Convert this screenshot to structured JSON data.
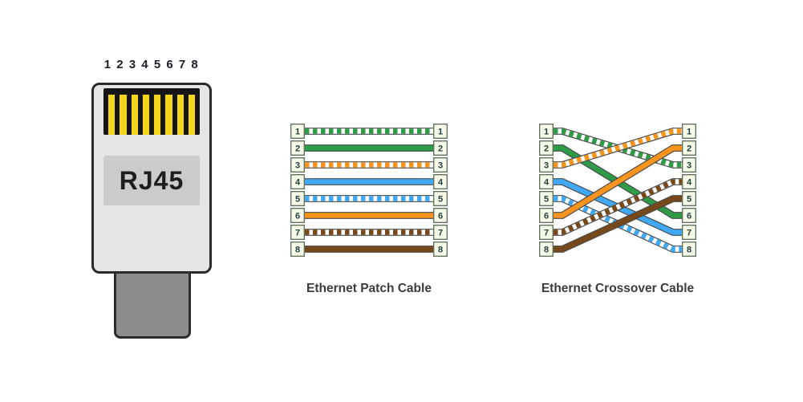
{
  "rj45": {
    "pin_numbers_text": "1 2 3 4 5 6 7 8",
    "pin_count": 8,
    "label": "RJ45"
  },
  "palette": {
    "green": "#2e9b46",
    "orange": "#f7941d",
    "blue": "#3fa9f5",
    "brown": "#77491a",
    "white": "#ffffff",
    "pin_yellow": "#f2d51c",
    "box_fill": "#f7f9e8",
    "box_stroke": "#5b6b57",
    "wire_outline": "#4a4a4a",
    "pin_text": "#1f3f3f"
  },
  "diagrams": [
    {
      "id": "patch",
      "title": "Ethernet Patch Cable",
      "left_pins": [
        1,
        2,
        3,
        4,
        5,
        6,
        7,
        8
      ],
      "right_pins": [
        1,
        2,
        3,
        4,
        5,
        6,
        7,
        8
      ],
      "wires": [
        {
          "from": 1,
          "to": 1,
          "color": "green",
          "striped": true
        },
        {
          "from": 2,
          "to": 2,
          "color": "green",
          "striped": false
        },
        {
          "from": 3,
          "to": 3,
          "color": "orange",
          "striped": true
        },
        {
          "from": 4,
          "to": 4,
          "color": "blue",
          "striped": false
        },
        {
          "from": 5,
          "to": 5,
          "color": "blue",
          "striped": true
        },
        {
          "from": 6,
          "to": 6,
          "color": "orange",
          "striped": false
        },
        {
          "from": 7,
          "to": 7,
          "color": "brown",
          "striped": true
        },
        {
          "from": 8,
          "to": 8,
          "color": "brown",
          "striped": false
        }
      ]
    },
    {
      "id": "crossover",
      "title": "Ethernet Crossover Cable",
      "left_pins": [
        1,
        2,
        3,
        4,
        5,
        6,
        7,
        8
      ],
      "right_pins": [
        1,
        2,
        3,
        4,
        5,
        6,
        7,
        8
      ],
      "wires": [
        {
          "from": 1,
          "to": 3,
          "color": "green",
          "striped": true
        },
        {
          "from": 2,
          "to": 6,
          "color": "green",
          "striped": false
        },
        {
          "from": 3,
          "to": 1,
          "color": "orange",
          "striped": true
        },
        {
          "from": 4,
          "to": 7,
          "color": "blue",
          "striped": false
        },
        {
          "from": 5,
          "to": 8,
          "color": "blue",
          "striped": true
        },
        {
          "from": 6,
          "to": 2,
          "color": "orange",
          "striped": false
        },
        {
          "from": 7,
          "to": 4,
          "color": "brown",
          "striped": true
        },
        {
          "from": 8,
          "to": 5,
          "color": "brown",
          "striped": false
        }
      ]
    }
  ]
}
